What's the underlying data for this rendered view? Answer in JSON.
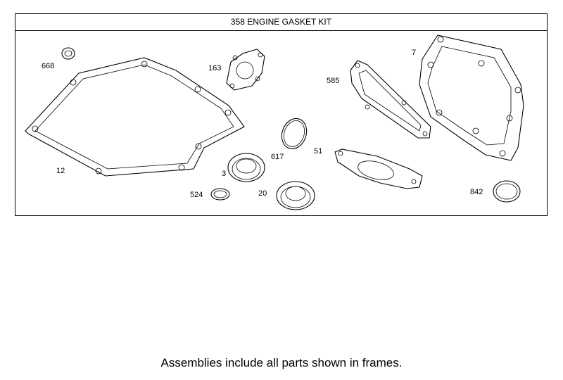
{
  "frame": {
    "title": "358 ENGINE GASKET KIT"
  },
  "parts": [
    {
      "id": "668",
      "icon": "seal-ring-icon"
    },
    {
      "id": "163",
      "icon": "gasket-icon"
    },
    {
      "id": "585",
      "icon": "gasket-icon"
    },
    {
      "id": "7",
      "icon": "head-gasket-icon"
    },
    {
      "id": "12",
      "icon": "crankcase-gasket-icon"
    },
    {
      "id": "617",
      "icon": "o-ring-icon"
    },
    {
      "id": "51",
      "icon": "exhaust-gasket-icon"
    },
    {
      "id": "3",
      "icon": "oil-seal-icon"
    },
    {
      "id": "524",
      "icon": "washer-icon"
    },
    {
      "id": "20",
      "icon": "oil-seal-icon"
    },
    {
      "id": "842",
      "icon": "o-ring-icon"
    }
  ],
  "footer": {
    "note": "Assemblies include all parts shown in frames."
  }
}
